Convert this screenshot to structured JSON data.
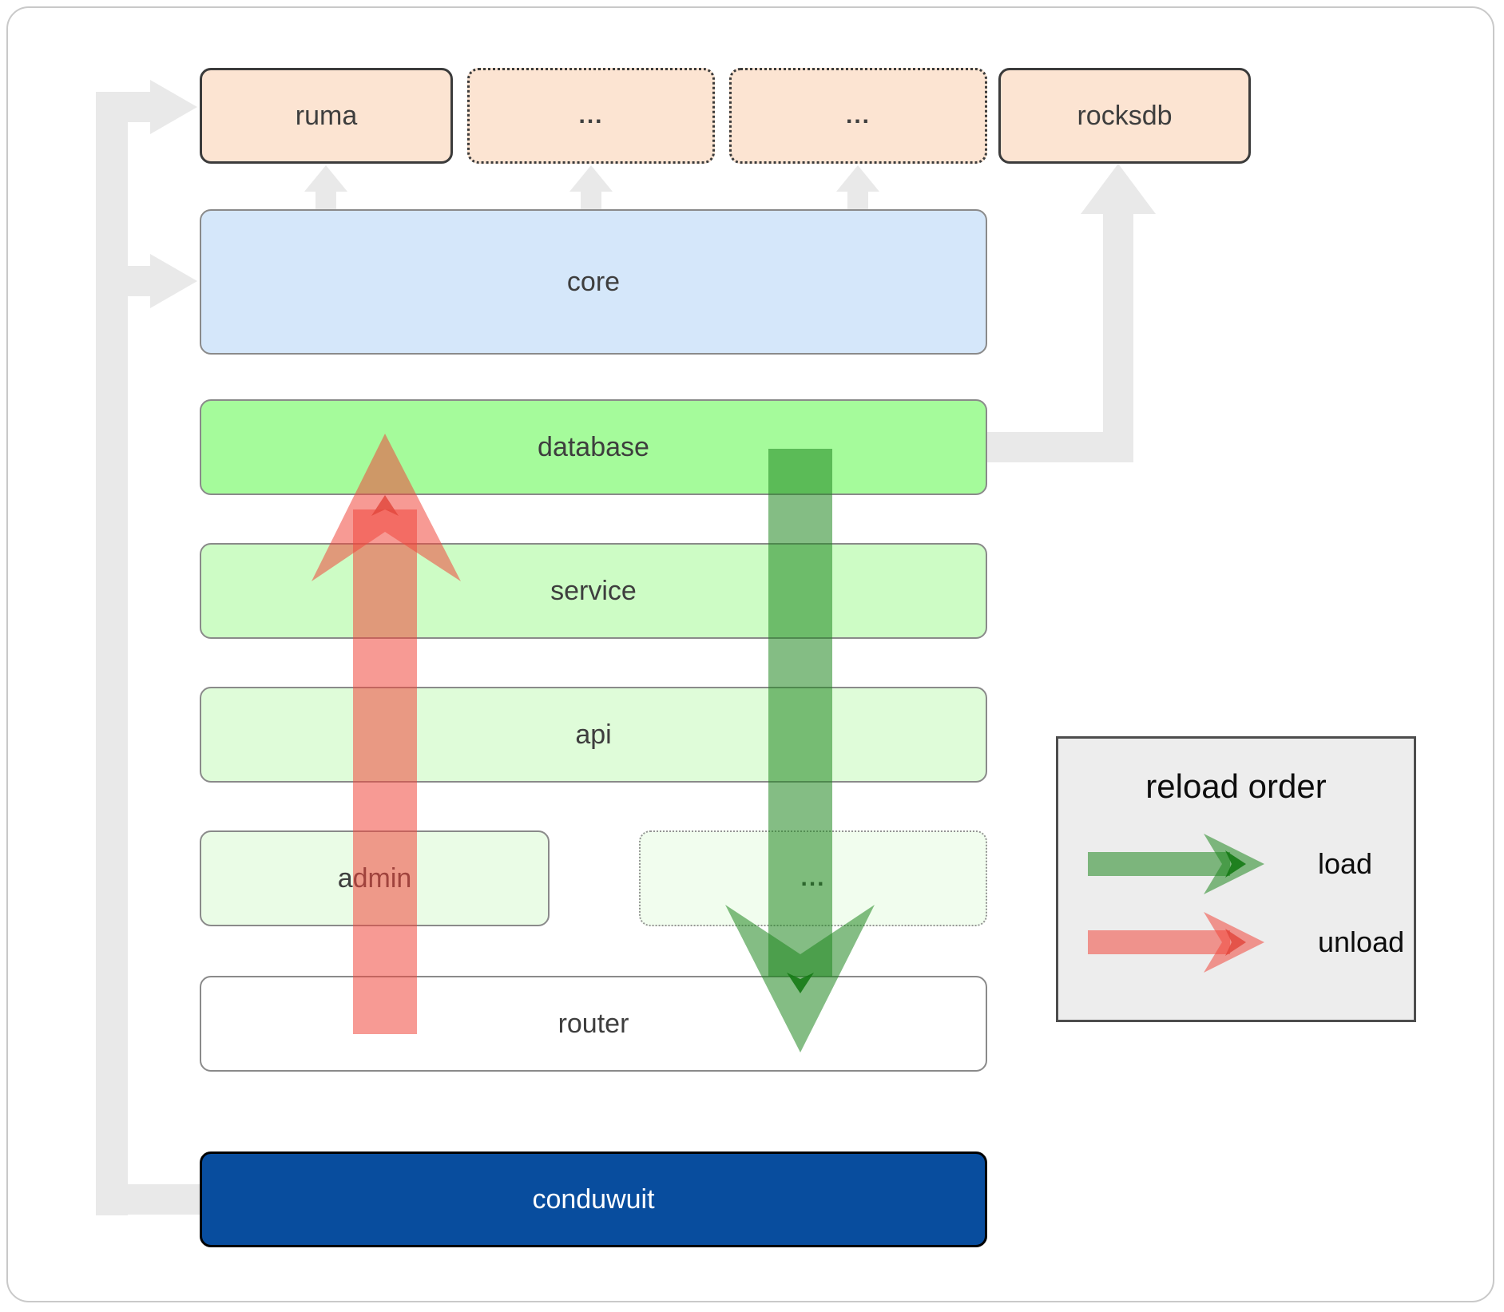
{
  "boxes": {
    "ruma": "ruma",
    "ellipsis_top_1": "...",
    "ellipsis_top_2": "...",
    "rocksdb": "rocksdb",
    "core": "core",
    "database": "database",
    "service": "service",
    "api": "api",
    "admin": "admin",
    "ellipsis_admin": "...",
    "router": "router",
    "conduwuit": "conduwuit"
  },
  "legend": {
    "title": "reload order",
    "load_label": "load",
    "unload_label": "unload"
  },
  "colors": {
    "peach_fill": "#fce4d2",
    "core_fill": "#d5e7fa",
    "database_fill": "#a5fb9b",
    "service_fill": "#cdfcc5",
    "api_fill": "#dffcd9",
    "admin_fill": "#eafce6",
    "ellipsis_admin_fill": "#f1fdee",
    "router_fill": "#ffffff",
    "conduwuit_fill": "#084d9e",
    "connector_gray": "#e9e9e9",
    "load_green": "#1f861f",
    "unload_red": "#f1473c",
    "legend_bg": "#ededed"
  }
}
